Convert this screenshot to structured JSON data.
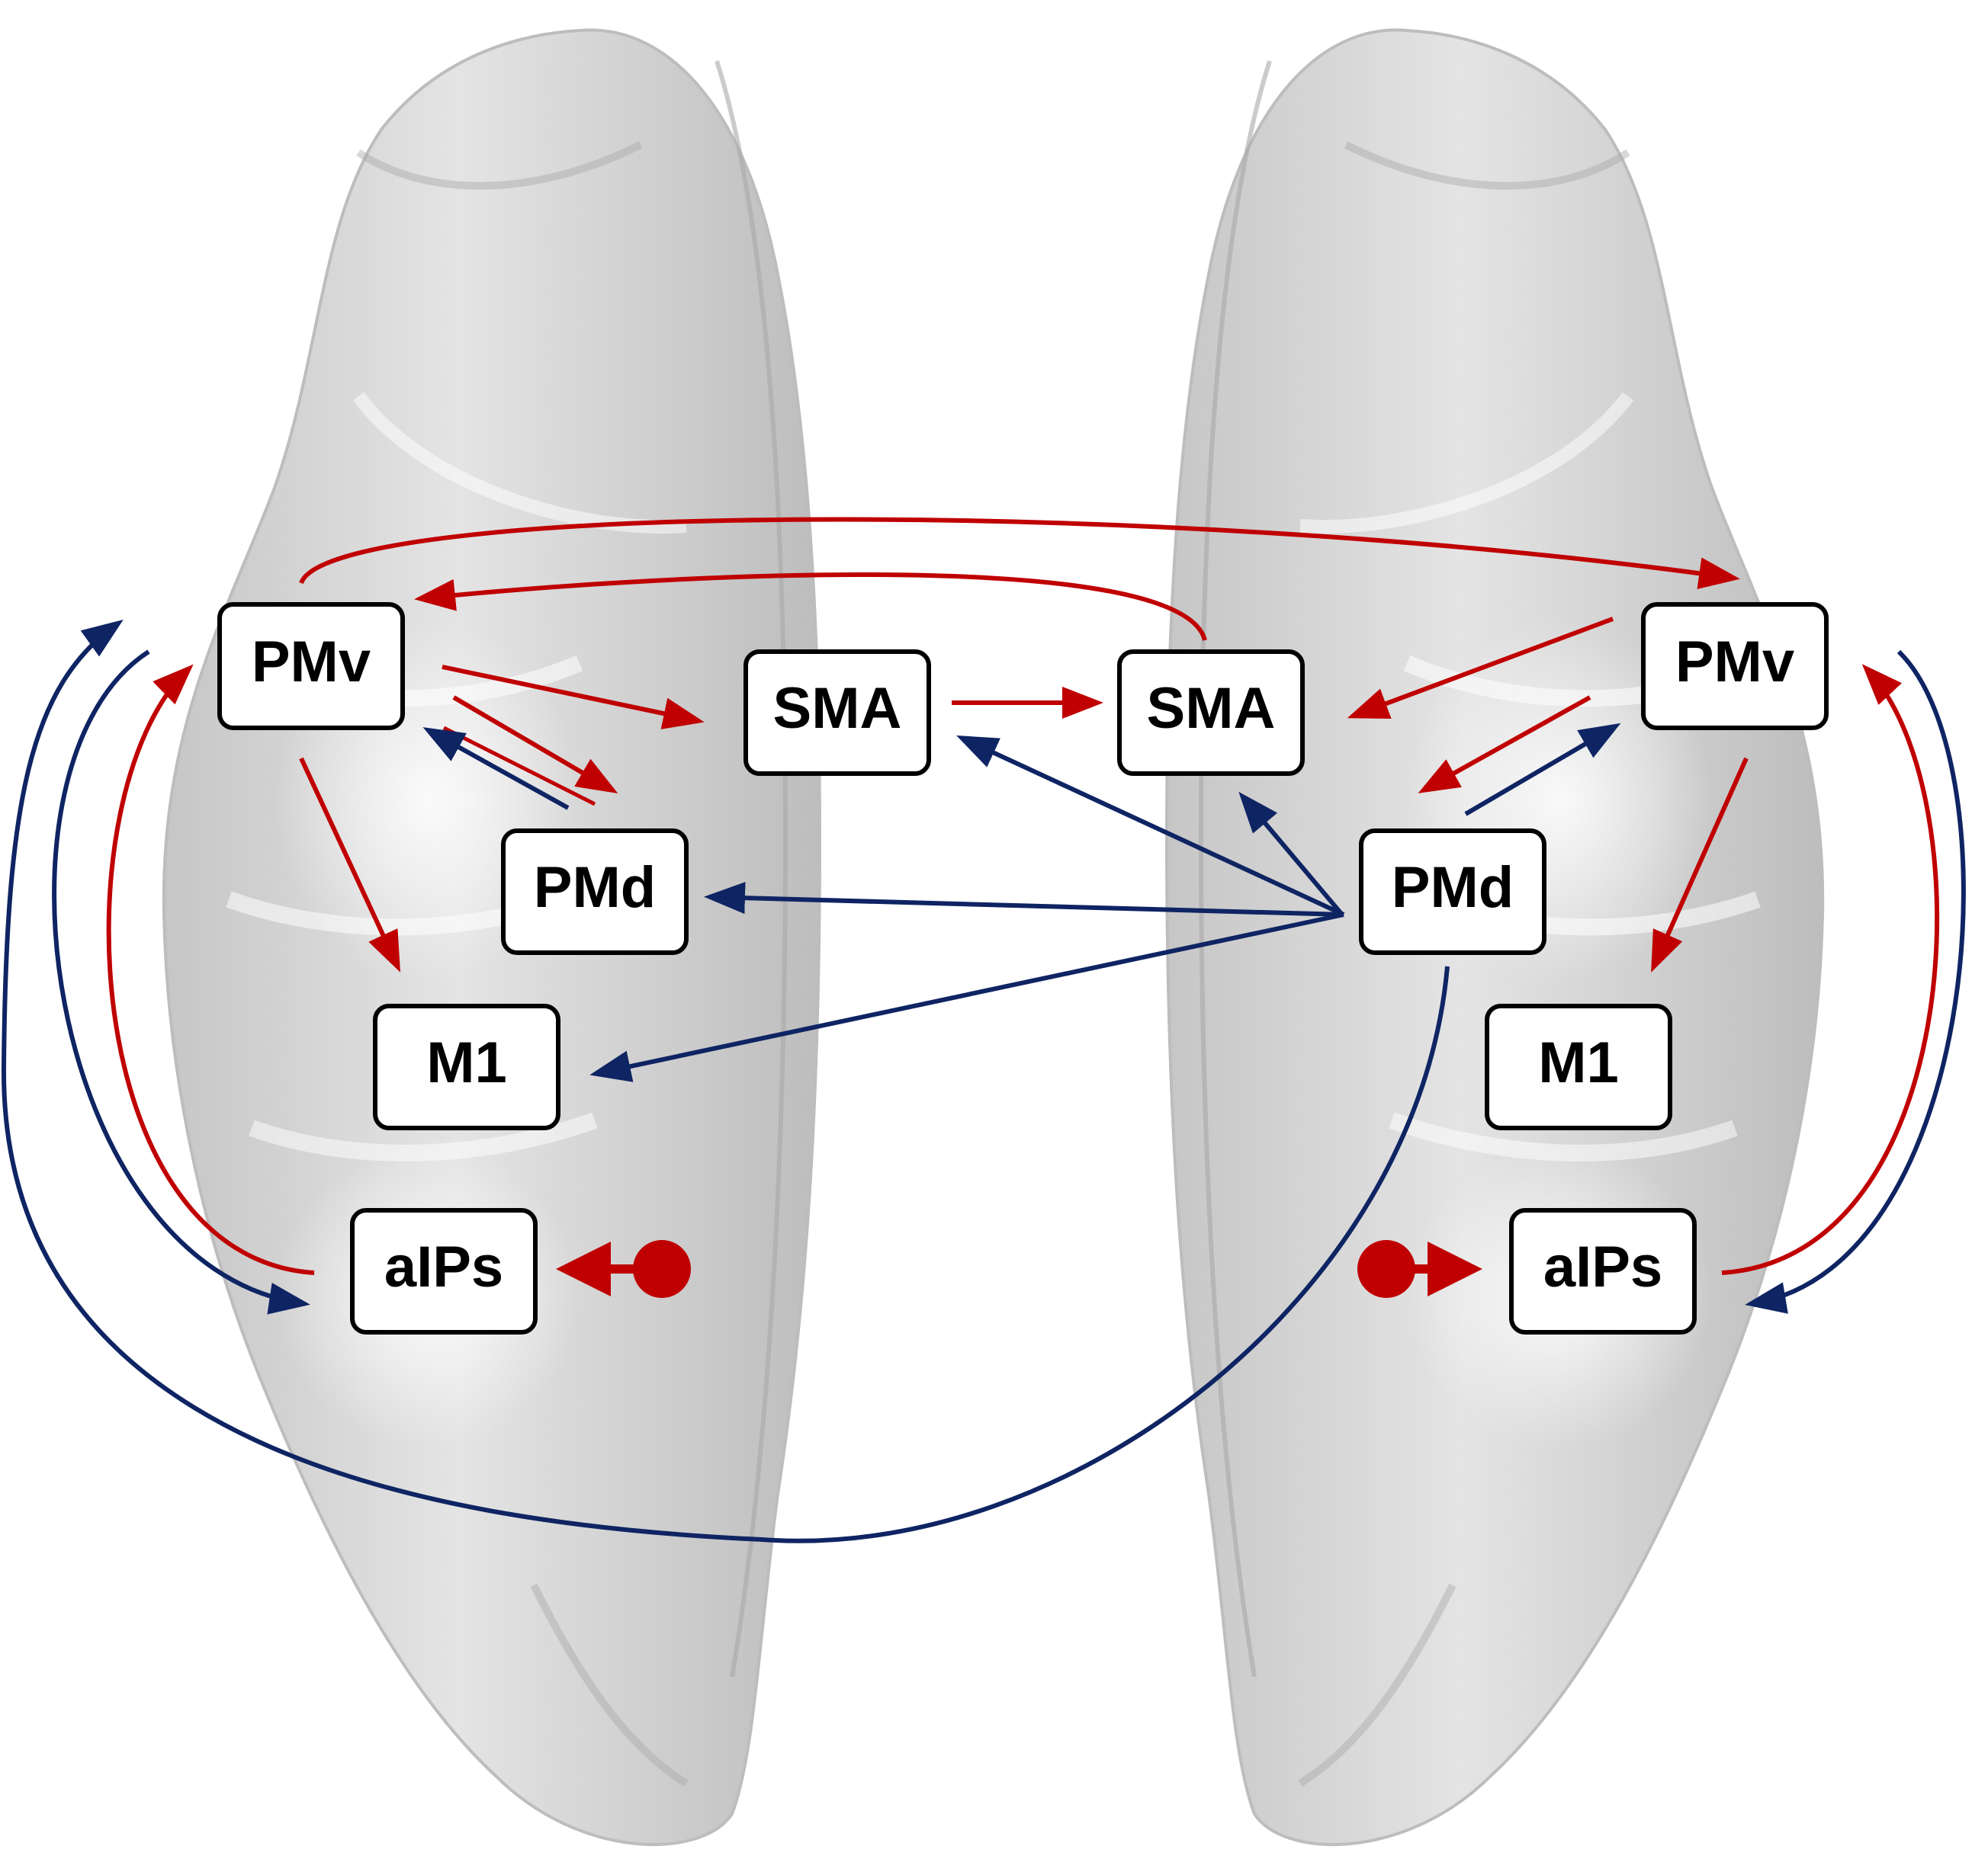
{
  "colors": {
    "excitatory": "#c00000",
    "inhibitory": "#0e2463",
    "brain_fill": "#d4d4d4",
    "brain_shade": "#b9b9b9",
    "box_border": "#000000",
    "box_fill": "#ffffff"
  },
  "left_hemisphere": {
    "pmv": "PMv",
    "sma": "SMA",
    "pmd": "PMd",
    "m1": "M1",
    "aips": "aIPs"
  },
  "right_hemisphere": {
    "pmv": "PMv",
    "sma": "SMA",
    "pmd": "PMd",
    "m1": "M1",
    "aips": "aIPs"
  },
  "connections": [
    {
      "from": "left.PMv",
      "to": "right.PMv",
      "color": "excitatory"
    },
    {
      "from": "right.SMA",
      "to": "left.PMv",
      "color": "excitatory"
    },
    {
      "from": "left.PMv",
      "to": "left.SMA",
      "color": "excitatory"
    },
    {
      "from": "left.PMv",
      "to": "left.PMd",
      "color": "excitatory"
    },
    {
      "from": "left.PMd",
      "to": "left.PMv",
      "color": "inhibitory"
    },
    {
      "from": "left.PMv",
      "to": "left.M1",
      "color": "excitatory"
    },
    {
      "from": "left.aIPs",
      "to": "left.PMv",
      "color": "excitatory"
    },
    {
      "from": "left.PMv",
      "to": "left.aIPs",
      "color": "inhibitory"
    },
    {
      "from": "right.PMd",
      "to": "left.PMv",
      "color": "inhibitory"
    },
    {
      "from": "left.SMA",
      "to": "right.SMA",
      "color": "excitatory"
    },
    {
      "from": "right.PMv",
      "to": "right.SMA",
      "color": "excitatory"
    },
    {
      "from": "right.PMv",
      "to": "right.PMd",
      "color": "excitatory"
    },
    {
      "from": "right.PMd",
      "to": "right.PMv",
      "color": "inhibitory"
    },
    {
      "from": "right.PMd",
      "to": "right.SMA",
      "color": "inhibitory"
    },
    {
      "from": "right.PMd",
      "to": "left.SMA",
      "color": "inhibitory"
    },
    {
      "from": "right.PMd",
      "to": "left.PMd",
      "color": "inhibitory"
    },
    {
      "from": "right.PMd",
      "to": "left.M1",
      "color": "inhibitory"
    },
    {
      "from": "right.PMv",
      "to": "right.M1",
      "color": "excitatory"
    },
    {
      "from": "right.aIPs",
      "to": "right.PMv",
      "color": "excitatory"
    },
    {
      "from": "right.PMv",
      "to": "right.aIPs",
      "color": "inhibitory"
    },
    {
      "from": "input",
      "to": "left.aIPs",
      "color": "excitatory"
    },
    {
      "from": "input",
      "to": "right.aIPs",
      "color": "excitatory"
    }
  ]
}
